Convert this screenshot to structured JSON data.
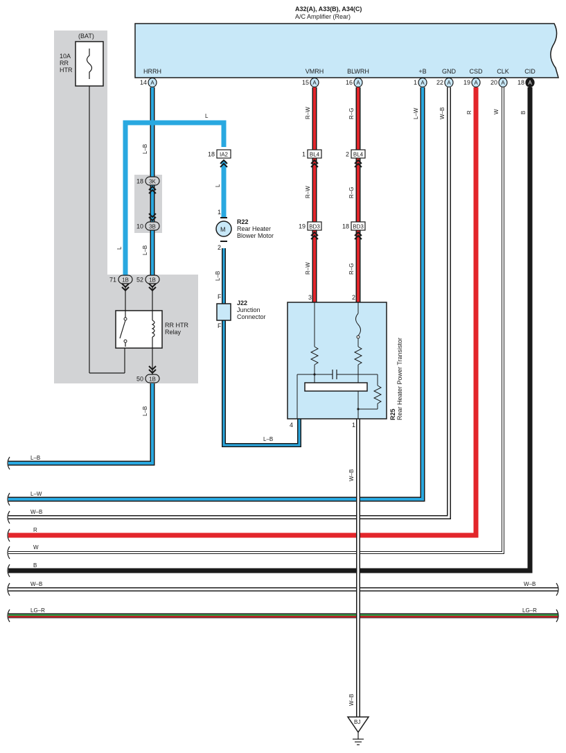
{
  "title": {
    "code": "A32(A), A33(B), A34(C)",
    "name": "A/C Amplifier (Rear)"
  },
  "colors": {
    "blue": "#29a8e0",
    "red": "#e3262b",
    "black": "#1a1a1a",
    "panel": "#c8e8f8",
    "gray_zone": "#d2d3d5",
    "green": "#3aa84a"
  },
  "amplifier_pins": [
    {
      "name": "HRRH",
      "num": "14",
      "conn": "A"
    },
    {
      "name": "VMRH",
      "num": "15",
      "conn": "A"
    },
    {
      "name": "BLWRH",
      "num": "16",
      "conn": "A"
    },
    {
      "name": "+B",
      "num": "1",
      "conn": "A"
    },
    {
      "name": "GND",
      "num": "22",
      "conn": "A"
    },
    {
      "name": "CSD",
      "num": "19",
      "conn": "A"
    },
    {
      "name": "CLK",
      "num": "20",
      "conn": "A"
    },
    {
      "name": "CID",
      "num": "18",
      "conn": "A"
    }
  ],
  "fuse": {
    "source": "(BAT)",
    "rating": "10A",
    "name1": "RR",
    "name2": "HTR"
  },
  "relay": {
    "name1": "RR HTR",
    "name2": "Relay"
  },
  "motor": {
    "code": "R22",
    "name1": "Rear Heater",
    "name2": "Blower Motor",
    "symbol": "M",
    "pin_top": "1",
    "pin_bottom": "2"
  },
  "junction": {
    "code": "J22",
    "name1": "Junction",
    "name2": "Connector",
    "pin": "F"
  },
  "transistor": {
    "code": "R25",
    "name": "Rear Heater Power Transistor",
    "pin3": "3",
    "pin2": "2",
    "pin4": "4",
    "pin1": "1"
  },
  "ground": {
    "label": "BJ"
  },
  "connectors": [
    {
      "id": "IA2",
      "pin": "18"
    },
    {
      "id": "BL4",
      "pin": "1"
    },
    {
      "id": "BL4",
      "pin": "2"
    },
    {
      "id": "BD3",
      "pin": "19"
    },
    {
      "id": "BD3",
      "pin": "18"
    },
    {
      "id": "3K",
      "pin": "18"
    },
    {
      "id": "3B",
      "pin": "10"
    },
    {
      "id": "1B",
      "pin": "71"
    },
    {
      "id": "1B",
      "pin": "52"
    },
    {
      "id": "1B",
      "pin": "50"
    }
  ],
  "wire_labels": {
    "hrrh_top": "L–B",
    "hrrh_mid": "L–B",
    "relay_out": "L–B",
    "l_top": "L",
    "l_side": "L",
    "l_motor": "L",
    "motor_out": "L–B",
    "j22_out": "L–B",
    "vmrh_1": "R–W",
    "vmrh_2": "R–W",
    "vmrh_3": "R–W",
    "blwrh_1": "R–G",
    "blwrh_2": "R–G",
    "blwrh_3": "R–G",
    "plusb": "L–W",
    "gnd": "W–B",
    "csd": "R",
    "clk": "W",
    "cid": "B",
    "trans_out": "W–B",
    "ground_wire": "W–B"
  },
  "left_wires": [
    {
      "label": "L–B"
    },
    {
      "label": "L–W"
    },
    {
      "label": "W–B"
    },
    {
      "label": "R"
    },
    {
      "label": "W"
    },
    {
      "label": "B"
    },
    {
      "label": "W–B",
      "right_label": "W–B"
    },
    {
      "label": "LG–R",
      "right_label": "LG–R"
    }
  ]
}
